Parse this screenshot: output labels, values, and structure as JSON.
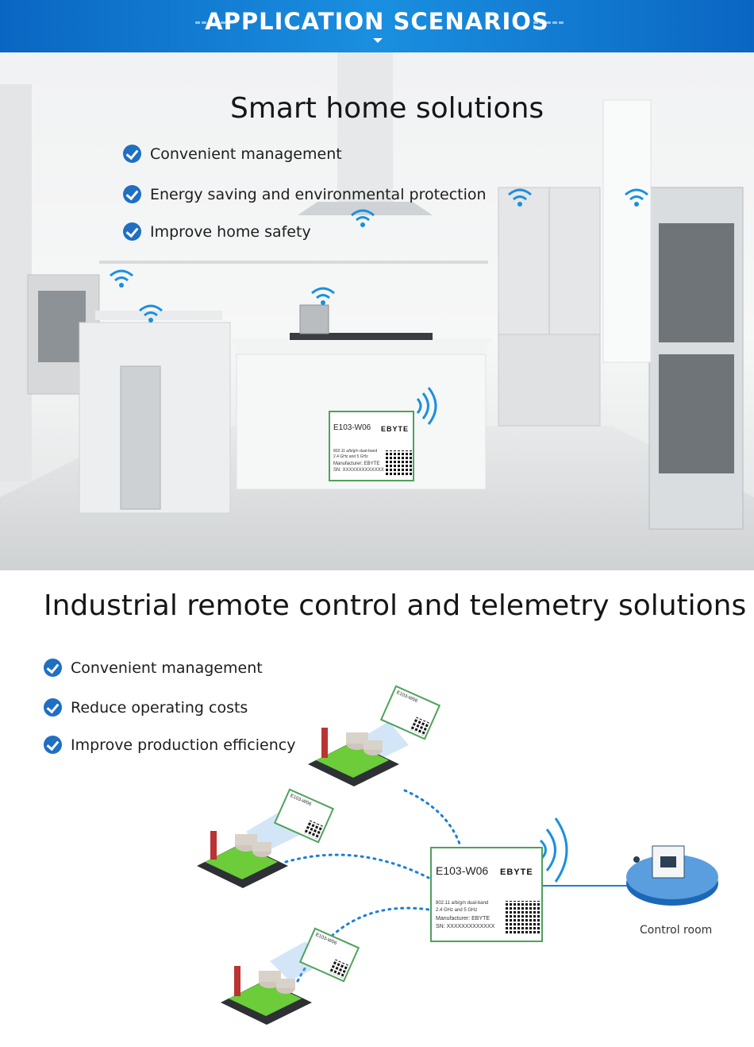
{
  "banner": {
    "title": "APPLICATION SCENARIOS"
  },
  "home": {
    "heading": "Smart home solutions",
    "features": [
      "Convenient management",
      "Energy saving and environmental protection",
      "Improve home safety"
    ]
  },
  "industrial": {
    "heading": "Industrial remote control and telemetry solutions",
    "features": [
      "Convenient management",
      "Reduce operating costs",
      "Improve production efficiency"
    ],
    "control_room": "Control room"
  },
  "module": {
    "name": "E103-W06",
    "brand": "EBYTE",
    "line1": "802.11 a/b/g/n dual-band",
    "line2": "2.4 GHz and 5 GHz",
    "line3": "Manufacturer: EBYTE",
    "line4": "SN: XXXXXXXXXXXXX"
  },
  "colors": {
    "accent": "#1a7fd6",
    "tick": "#1f6fc3",
    "module_border": "#4da25a"
  }
}
